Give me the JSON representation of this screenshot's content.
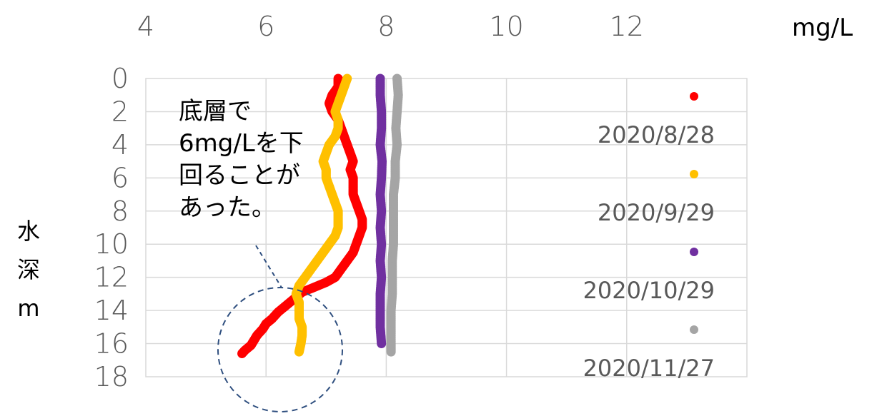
{
  "chart_data": {
    "type": "scatter",
    "title": "",
    "xlabel": "",
    "x_unit": "mg/L",
    "ylabel_lines": [
      "水",
      "深",
      "m"
    ],
    "xlim": [
      4,
      14
    ],
    "x_ticks": [
      4,
      6,
      8,
      10,
      12
    ],
    "x_axis_position": "top",
    "ylim": [
      0,
      18
    ],
    "y_ticks": [
      0,
      2,
      4,
      6,
      8,
      10,
      12,
      14,
      16,
      18
    ],
    "y_inverted": true,
    "grid": true,
    "legend_position": "right",
    "annotation_lines": [
      "底層で",
      "6mg/Lを下",
      "回ることが",
      "あった。"
    ],
    "series": [
      {
        "name": "2020/8/28",
        "color": "#ff0000",
        "points": [
          [
            7.2,
            0
          ],
          [
            7.2,
            0.5
          ],
          [
            7.1,
            1
          ],
          [
            7.05,
            1.5
          ],
          [
            7.1,
            2
          ],
          [
            7.2,
            2.5
          ],
          [
            7.25,
            3
          ],
          [
            7.3,
            3.5
          ],
          [
            7.35,
            4
          ],
          [
            7.4,
            4.5
          ],
          [
            7.45,
            5
          ],
          [
            7.4,
            5.5
          ],
          [
            7.45,
            6
          ],
          [
            7.45,
            6.5
          ],
          [
            7.45,
            7
          ],
          [
            7.5,
            7.5
          ],
          [
            7.55,
            8
          ],
          [
            7.6,
            8.5
          ],
          [
            7.6,
            9
          ],
          [
            7.55,
            9.5
          ],
          [
            7.5,
            10
          ],
          [
            7.45,
            10.5
          ],
          [
            7.35,
            11
          ],
          [
            7.25,
            11.5
          ],
          [
            7.15,
            12
          ],
          [
            7.0,
            12.3
          ],
          [
            6.8,
            12.6
          ],
          [
            6.6,
            12.9
          ],
          [
            6.5,
            13.2
          ],
          [
            6.4,
            13.5
          ],
          [
            6.3,
            13.8
          ],
          [
            6.2,
            14.1
          ],
          [
            6.1,
            14.5
          ],
          [
            6.0,
            14.8
          ],
          [
            5.95,
            15.1
          ],
          [
            5.85,
            15.5
          ],
          [
            5.8,
            15.8
          ],
          [
            5.75,
            16.1
          ],
          [
            5.65,
            16.4
          ],
          [
            5.6,
            16.6
          ]
        ]
      },
      {
        "name": "2020/9/29",
        "color": "#ffc000",
        "points": [
          [
            7.35,
            0
          ],
          [
            7.3,
            0.5
          ],
          [
            7.25,
            1
          ],
          [
            7.2,
            1.5
          ],
          [
            7.15,
            2
          ],
          [
            7.2,
            2.5
          ],
          [
            7.2,
            3
          ],
          [
            7.15,
            3.5
          ],
          [
            7.05,
            4
          ],
          [
            7.0,
            4.5
          ],
          [
            6.95,
            5
          ],
          [
            7.0,
            5.5
          ],
          [
            7.0,
            6
          ],
          [
            7.05,
            6.5
          ],
          [
            7.1,
            7
          ],
          [
            7.15,
            7.5
          ],
          [
            7.2,
            8
          ],
          [
            7.2,
            8.5
          ],
          [
            7.2,
            9
          ],
          [
            7.15,
            9.5
          ],
          [
            7.05,
            10
          ],
          [
            6.95,
            10.5
          ],
          [
            6.85,
            11
          ],
          [
            6.75,
            11.5
          ],
          [
            6.65,
            12
          ],
          [
            6.55,
            12.5
          ],
          [
            6.5,
            13
          ],
          [
            6.55,
            13.5
          ],
          [
            6.55,
            14
          ],
          [
            6.55,
            14.5
          ],
          [
            6.6,
            15
          ],
          [
            6.6,
            15.5
          ],
          [
            6.58,
            16
          ],
          [
            6.55,
            16.5
          ]
        ]
      },
      {
        "name": "2020/10/29",
        "color": "#7030a0",
        "points": [
          [
            7.9,
            0
          ],
          [
            7.9,
            1
          ],
          [
            7.92,
            2
          ],
          [
            7.92,
            3
          ],
          [
            7.9,
            4
          ],
          [
            7.93,
            5
          ],
          [
            7.92,
            6
          ],
          [
            7.9,
            7
          ],
          [
            7.92,
            8
          ],
          [
            7.9,
            9
          ],
          [
            7.92,
            10
          ],
          [
            7.9,
            11
          ],
          [
            7.92,
            12
          ],
          [
            7.9,
            13
          ],
          [
            7.9,
            14
          ],
          [
            7.9,
            15
          ],
          [
            7.92,
            16
          ]
        ]
      },
      {
        "name": "2020/11/27",
        "color": "#a5a5a5",
        "points": [
          [
            8.18,
            0
          ],
          [
            8.2,
            1
          ],
          [
            8.18,
            2
          ],
          [
            8.16,
            3
          ],
          [
            8.18,
            4
          ],
          [
            8.15,
            5
          ],
          [
            8.15,
            6
          ],
          [
            8.12,
            7
          ],
          [
            8.12,
            8
          ],
          [
            8.12,
            9
          ],
          [
            8.12,
            10
          ],
          [
            8.1,
            11
          ],
          [
            8.1,
            12
          ],
          [
            8.1,
            13
          ],
          [
            8.08,
            14
          ],
          [
            8.08,
            15
          ],
          [
            8.08,
            16
          ],
          [
            8.08,
            16.5
          ]
        ]
      }
    ]
  }
}
